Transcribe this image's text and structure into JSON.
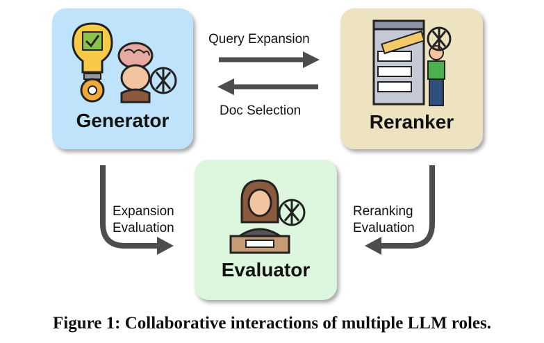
{
  "nodes": {
    "generator": {
      "label": "Generator",
      "color": "#bfe3fb"
    },
    "reranker": {
      "label": "Reranker",
      "color": "#ede3c1"
    },
    "evaluator": {
      "label": "Evaluator",
      "color": "#dcf7dd"
    }
  },
  "edges": {
    "query_expansion": "Query Expansion",
    "doc_selection": "Doc Selection",
    "expansion_evaluation_line1": "Expansion",
    "expansion_evaluation_line2": "Evaluation",
    "reranking_evaluation_line1": "Reranking",
    "reranking_evaluation_line2": "Evaluation"
  },
  "caption": "Figure 1: Collaborative interactions of multiple LLM roles.",
  "colors": {
    "arrow": "#4d4d4d"
  },
  "icons": [
    "lightbulb-checkmark-icon",
    "gear-icon",
    "person-with-brain-icon",
    "openai-logo-icon",
    "ranking-board-icon",
    "person-pointing-icon",
    "judge-woman-icon"
  ]
}
